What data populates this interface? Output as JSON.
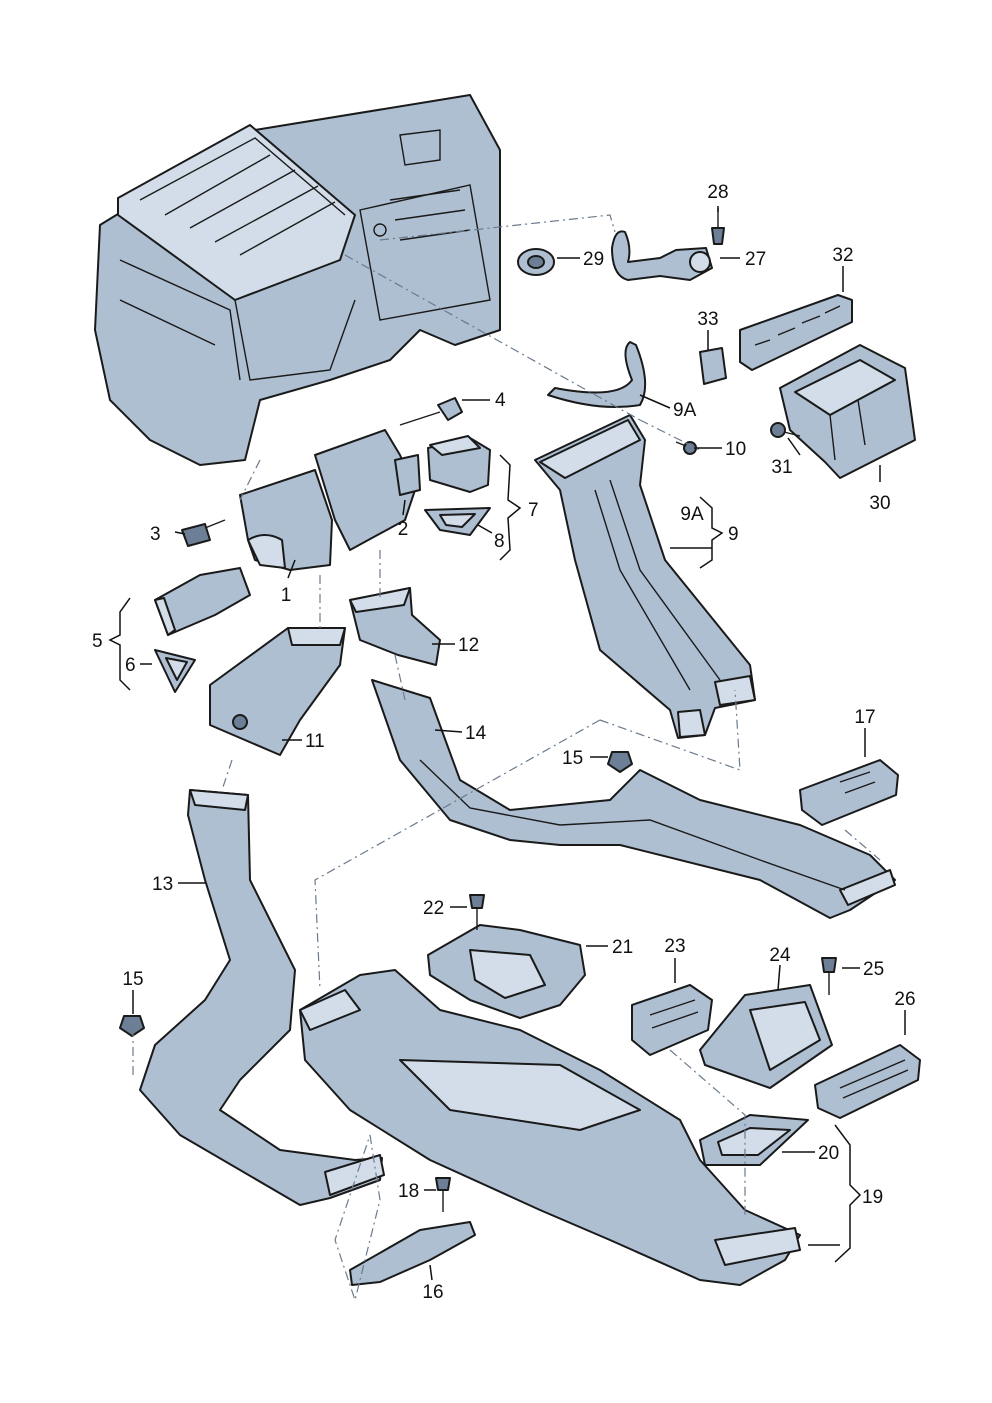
{
  "labels": {
    "l1": "1",
    "l2": "2",
    "l3": "3",
    "l4": "4",
    "l5": "5",
    "l6": "6",
    "l7": "7",
    "l8": "8",
    "l9": "9",
    "l9a_top": "9A",
    "l9a_side": "9A",
    "l10": "10",
    "l11": "11",
    "l12": "12",
    "l13": "13",
    "l14": "14",
    "l15_top": "15",
    "l15_left": "15",
    "l16": "16",
    "l17": "17",
    "l18": "18",
    "l19": "19",
    "l20": "20",
    "l21": "21",
    "l22": "22",
    "l23": "23",
    "l24": "24",
    "l25": "25",
    "l26": "26",
    "l27": "27",
    "l28": "28",
    "l29": "29",
    "l30": "30",
    "l31": "31",
    "l32": "32",
    "l33": "33"
  },
  "colors": {
    "part": "#aebfd2",
    "part_light": "#d3dde9",
    "part_dark": "#6c7f96",
    "outline": "#1a1a1a",
    "dashed_line": "#6b7a8c"
  }
}
